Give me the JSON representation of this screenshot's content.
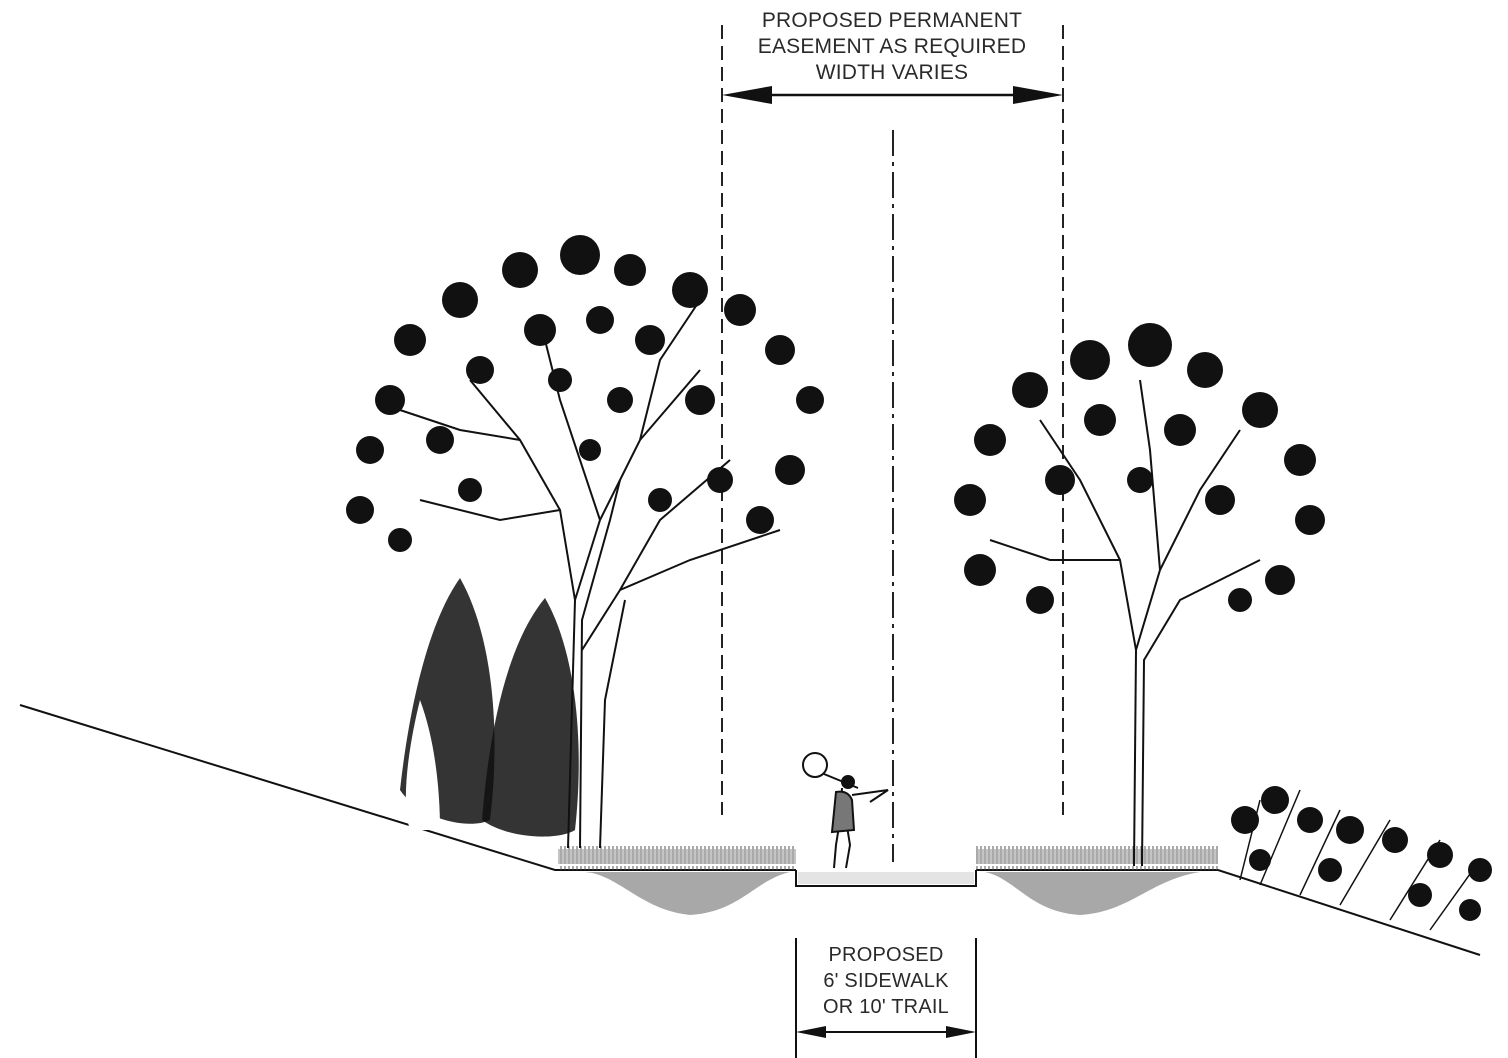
{
  "easement_label": {
    "line1": "PROPOSED PERMANENT",
    "line2": "EASEMENT AS REQUIRED",
    "line3": "WIDTH VARIES"
  },
  "sidewalk_label": {
    "line1": "PROPOSED",
    "line2": "6' SIDEWALK",
    "line3": "OR 10' TRAIL"
  },
  "colors": {
    "ink": "#111111",
    "swale": "#a8a8a8",
    "paving": "#d8d8d8"
  }
}
